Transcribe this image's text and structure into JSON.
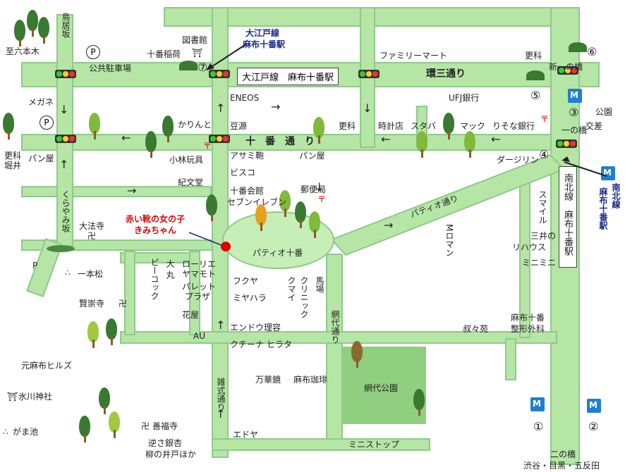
{
  "labels": {
    "toriizaka": "鳥居坂",
    "roppongi": "至六本木",
    "library": "図書館",
    "juban_inari": "十番稲荷",
    "oedo_line": "大江戸線",
    "azabujuban_sta": "麻布十番駅",
    "koukyo_parking": "公共駐車場",
    "oedo_box": "大江戸線　麻布十番駅",
    "family_mart": "ファミリーマート",
    "sarashina_top": "更科",
    "shin_ichinohashi": "新一の橋",
    "kan3": "環三通り",
    "megane": "メガネ",
    "eneos": "ENEOS",
    "ufj": "UFJ銀行",
    "koen": "公園",
    "karinto": "かりんと",
    "genmame": "豆源",
    "sarashina2": "更科",
    "tokeiten": "時計店",
    "starbucks": "スタバ",
    "mac": "マック",
    "risona": "りそな銀行",
    "ichinohashi": "一の橋",
    "kosaten": "交差",
    "sarashina_horii": "更科",
    "horii": "堀井",
    "panya_left": "パン屋",
    "kobayashi": "小林玩具",
    "jubandori": "十　番　通　り",
    "darjeeling": "ダージリン",
    "asami": "アサミ鞄",
    "panya2": "パン屋",
    "bisco": "ビスコ",
    "kibundo": "紀文堂",
    "juban_kaikan": "十番会館",
    "seven": "セブンイレブン",
    "yubinkyoku": "郵便局",
    "nanboku_vert1": "南北線",
    "nanboku_vert2": "麻布十番駅",
    "smile": "スマイル",
    "patio_dori": "パティオ通り",
    "kurayami": "くらやみ坂",
    "daihoji": "大法寺",
    "kimi_1": "赤い靴の女の子",
    "kimi_2": "きみちゃん",
    "m_roman": "Mロマン",
    "mitsui": "三井の",
    "rehaus": "リハウス",
    "minimini": "ミニミニ",
    "patio_juban": "パティオ十番",
    "p_left": "P",
    "ippon_matsu": "一本松",
    "daimaru_1": "大",
    "daimaru_2": "丸",
    "peacock": "ピーコック",
    "laurier": "ローリエ",
    "yamamoto": "ヤマモト",
    "palette": "パレット",
    "plaza": "プラザ",
    "fukuya": "フクヤ",
    "miyahara": "ミヤハラ",
    "kumai": "クマイ",
    "clinic": "クリニック",
    "baba": "馬場",
    "kenshuji": "賢崇寺",
    "hanaya": "花屋",
    "au": "AU",
    "endo": "エンドウ理容",
    "ajiro_dori": "網代通り",
    "kuchina": "クチーナ",
    "hirata": "ヒラタ",
    "juban_seikei": "麻布十番",
    "seikei": "整形外科",
    "shukuen": "叔々苑",
    "motoazabu": "元麻布ヒルズ",
    "bankakyo": "万華鏡",
    "coffee": "麻布珈琲",
    "ajiro_park": "網代公園",
    "zatsushiki": "雑式通り",
    "hikawa": "氷川神社",
    "zenpukuji": "善福寺",
    "gamaike": "がま池",
    "sakasa_icho": "逆さ銀杏",
    "yanagi": "柳の井戸ほか",
    "edoya": "エドヤ",
    "ministop": "ミニストップ",
    "ninohashi": "二の橋",
    "shibuya": "渋谷・目黒・五反田",
    "nanboku_right1": "南北線",
    "nanboku_right2": "麻布十番駅"
  },
  "numbers": {
    "n1": "①",
    "n2": "②",
    "n3": "③",
    "n4": "④",
    "n5": "⑤",
    "n6": "⑥",
    "n7": "⑦"
  },
  "symbols": {
    "shrine": "⛩",
    "temple": "卍",
    "post": "〒",
    "parking": "P",
    "pond": "∴",
    "pine": "∴"
  },
  "colors": {
    "road": "#b5e6a5",
    "road_edge": "#8fc98a",
    "park": "#8fcf7f",
    "patio": "#c6efb8",
    "metro": "#1f7fd0",
    "red": "#dd0000",
    "blue_label": "#1a2a8a"
  }
}
